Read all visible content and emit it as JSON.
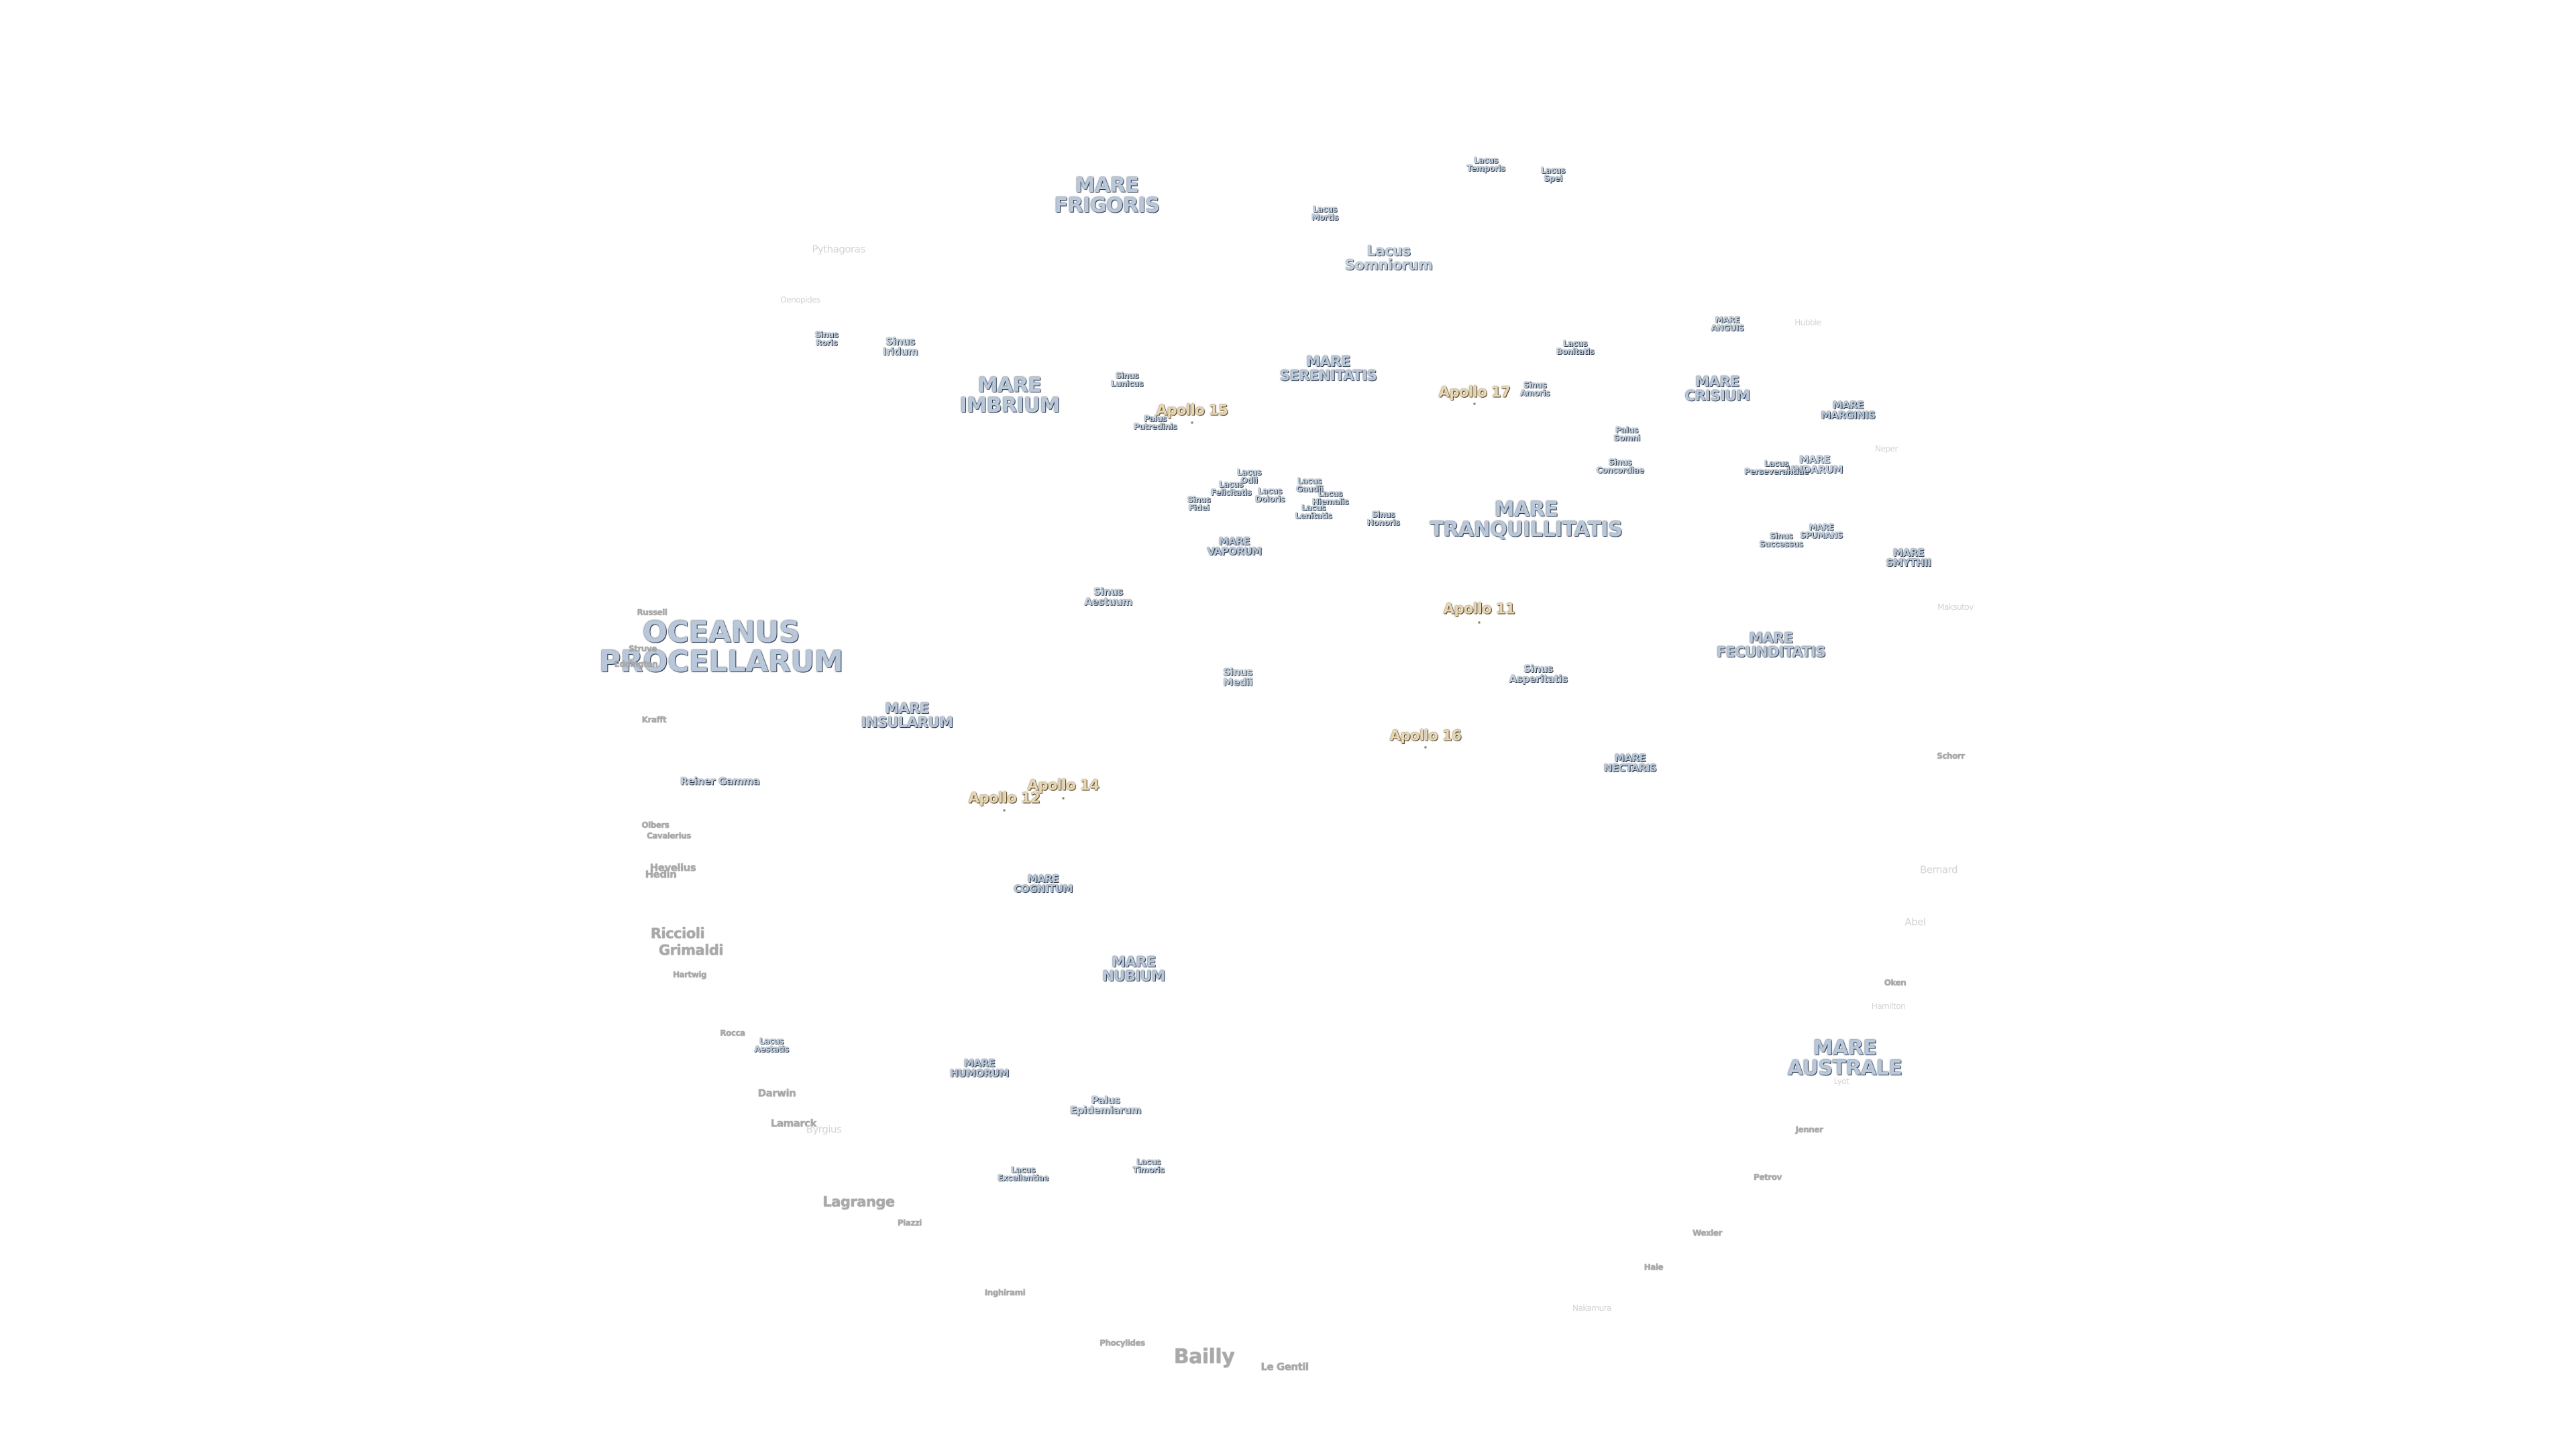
{
  "labels": [
    {
      "id": "oceanus-procellarum",
      "text": "OCEANUS\nPROCELLARUM",
      "kind": "mare",
      "size": "xl"
    },
    {
      "id": "mare-frigoris",
      "text": "MARE\nFRIGORIS",
      "kind": "mare",
      "size": "lg"
    },
    {
      "id": "mare-imbrium",
      "text": "MARE\nIMBRIUM",
      "kind": "mare",
      "size": "lg"
    },
    {
      "id": "mare-serenitatis",
      "text": "MARE\nSERENITATIS",
      "kind": "mare",
      "size": "md"
    },
    {
      "id": "mare-tranquillitatis",
      "text": "MARE\nTRANQUILLITATIS",
      "kind": "mare",
      "size": "lg"
    },
    {
      "id": "mare-crisium",
      "text": "MARE\nCRISIUM",
      "kind": "mare",
      "size": "md"
    },
    {
      "id": "mare-fecunditatis",
      "text": "MARE\nFECUNDITATIS",
      "kind": "mare",
      "size": "md"
    },
    {
      "id": "mare-nectaris",
      "text": "MARE\nNECTARIS",
      "kind": "mare",
      "size": "sm"
    },
    {
      "id": "mare-insularum",
      "text": "MARE\nINSULARUM",
      "kind": "mare",
      "size": "md"
    },
    {
      "id": "mare-cognitum",
      "text": "MARE\nCOGNITUM",
      "kind": "mare",
      "size": "sm"
    },
    {
      "id": "mare-nubium",
      "text": "MARE\nNUBIUM",
      "kind": "mare",
      "size": "md"
    },
    {
      "id": "mare-humorum",
      "text": "MARE\nHUMORUM",
      "kind": "mare",
      "size": "sm"
    },
    {
      "id": "mare-australe",
      "text": "MARE\nAUSTRALE",
      "kind": "mare",
      "size": "lg"
    },
    {
      "id": "mare-vaporum",
      "text": "MARE\nVAPORUM",
      "kind": "mare",
      "size": "sm"
    },
    {
      "id": "mare-marginis",
      "text": "MARE\nMARGINIS",
      "kind": "mare",
      "size": "sm"
    },
    {
      "id": "mare-smythii",
      "text": "MARE\nSMYTHII",
      "kind": "mare",
      "size": "sm"
    },
    {
      "id": "mare-anguis",
      "text": "MARE\nANGUIS",
      "kind": "small",
      "size": "xs"
    },
    {
      "id": "mare-undarum",
      "text": "MARE\nUNDARUM",
      "kind": "small",
      "size": "sm"
    },
    {
      "id": "mare-spumans",
      "text": "MARE\nSPUMANS",
      "kind": "small",
      "size": "xs"
    },
    {
      "id": "lacus-somniorum",
      "text": "Lacus\nSomniorum",
      "kind": "small",
      "size": "md"
    },
    {
      "id": "lacus-mortis",
      "text": "Lacus\nMortis",
      "kind": "small",
      "size": "xs"
    },
    {
      "id": "lacus-temporis",
      "text": "Lacus\nTemporis",
      "kind": "small",
      "size": "xs"
    },
    {
      "id": "lacus-spei",
      "text": "Lacus\nSpei",
      "kind": "small",
      "size": "xs"
    },
    {
      "id": "lacus-bonitatis",
      "text": "Lacus\nBonitatis",
      "kind": "small",
      "size": "xs"
    },
    {
      "id": "sinus-roris",
      "text": "Sinus\nRoris",
      "kind": "small",
      "size": "xs"
    },
    {
      "id": "sinus-iridum",
      "text": "Sinus\nIridum",
      "kind": "small",
      "size": "sm"
    },
    {
      "id": "sinus-lunicus",
      "text": "Sinus\nLunicus",
      "kind": "small",
      "size": "xs"
    },
    {
      "id": "palus-putredinis",
      "text": "Palus\nPutredinis",
      "kind": "small",
      "size": "xs"
    },
    {
      "id": "sinus-amoris",
      "text": "Sinus\nAmoris",
      "kind": "small",
      "size": "xs"
    },
    {
      "id": "palus-somni",
      "text": "Palus\nSomni",
      "kind": "small",
      "size": "xs"
    },
    {
      "id": "sinus-concordiae",
      "text": "Sinus\nConcordiae",
      "kind": "small",
      "size": "xs"
    },
    {
      "id": "lacus-perseverantiae",
      "text": "Lacus\nPerseverantiae",
      "kind": "small",
      "size": "xs"
    },
    {
      "id": "sinus-successus",
      "text": "Sinus\nSuccessus",
      "kind": "small",
      "size": "xs"
    },
    {
      "id": "lacus-odii",
      "text": "Lacus\nOdii",
      "kind": "small",
      "size": "xs"
    },
    {
      "id": "lacus-felicitatis",
      "text": "Lacus\nFelicitatis",
      "kind": "small",
      "size": "xs"
    },
    {
      "id": "lacus-doloris",
      "text": "Lacus\nDoloris",
      "kind": "small",
      "size": "xs"
    },
    {
      "id": "sinus-fidei",
      "text": "Sinus\nFidei",
      "kind": "small",
      "size": "xs"
    },
    {
      "id": "lacus-gaudii",
      "text": "Lacus\nGaudii",
      "kind": "small",
      "size": "xs"
    },
    {
      "id": "lacus-hiemalis",
      "text": "Lacus\nHiemalis",
      "kind": "small",
      "size": "xs"
    },
    {
      "id": "lacus-lenitatis",
      "text": "Lacus\nLenitatis",
      "kind": "small",
      "size": "xs"
    },
    {
      "id": "sinus-honoris",
      "text": "Sinus\nHonoris",
      "kind": "small",
      "size": "xs"
    },
    {
      "id": "sinus-aestuum",
      "text": "Sinus\nAestuum",
      "kind": "small",
      "size": "sm"
    },
    {
      "id": "sinus-medii",
      "text": "Sinus\nMedii",
      "kind": "small",
      "size": "sm"
    },
    {
      "id": "sinus-asperitatis",
      "text": "Sinus\nAsperitatis",
      "kind": "small",
      "size": "sm"
    },
    {
      "id": "palus-epidemiarum",
      "text": "Palus\nEpidemiarum",
      "kind": "small",
      "size": "sm"
    },
    {
      "id": "lacus-excellentiae",
      "text": "Lacus\nExcellentiae",
      "kind": "small",
      "size": "xs"
    },
    {
      "id": "lacus-timoris",
      "text": "Lacus\nTimoris",
      "kind": "small",
      "size": "xs"
    },
    {
      "id": "lacus-aestatis",
      "text": "Lacus\nAestatis",
      "kind": "small",
      "size": "xs"
    },
    {
      "id": "apollo-11",
      "text": "Apollo 11",
      "kind": "apollo",
      "size": "md"
    },
    {
      "id": "apollo-12",
      "text": "Apollo 12",
      "kind": "apollo",
      "size": "md"
    },
    {
      "id": "apollo-14",
      "text": "Apollo 14",
      "kind": "apollo",
      "size": "md"
    },
    {
      "id": "apollo-15",
      "text": "Apollo 15",
      "kind": "apollo",
      "size": "md"
    },
    {
      "id": "apollo-16",
      "text": "Apollo 16",
      "kind": "apollo",
      "size": "md"
    },
    {
      "id": "apollo-17",
      "text": "Apollo 17",
      "kind": "apollo",
      "size": "md"
    },
    {
      "id": "pythagoras",
      "text": "Pythagoras",
      "kind": "crater-faint",
      "size": "sm"
    },
    {
      "id": "oenopides",
      "text": "Oenopides",
      "kind": "crater-faint",
      "size": "xs"
    },
    {
      "id": "hubble",
      "text": "Hubble",
      "kind": "crater-faint",
      "size": "xs"
    },
    {
      "id": "neper",
      "text": "Neper",
      "kind": "crater-faint",
      "size": "xs"
    },
    {
      "id": "maksutov",
      "text": "Maksutov",
      "kind": "crater-faint",
      "size": "xs"
    },
    {
      "id": "russell",
      "text": "Russell",
      "kind": "crater",
      "size": "xs"
    },
    {
      "id": "struve",
      "text": "Struve",
      "kind": "crater",
      "size": "xs"
    },
    {
      "id": "eddington",
      "text": "Eddington",
      "kind": "crater",
      "size": "xs"
    },
    {
      "id": "krafft",
      "text": "Krafft",
      "kind": "crater",
      "size": "xs"
    },
    {
      "id": "reiner-gamma",
      "text": "Reiner Gamma",
      "kind": "small",
      "size": "sm"
    },
    {
      "id": "olbers",
      "text": "Olbers",
      "kind": "crater",
      "size": "xs"
    },
    {
      "id": "cavalerius",
      "text": "Cavalerius",
      "kind": "crater",
      "size": "xs"
    },
    {
      "id": "hevelius",
      "text": "Hevelius",
      "kind": "crater",
      "size": "sm"
    },
    {
      "id": "hedin",
      "text": "Hedin",
      "kind": "crater",
      "size": "sm"
    },
    {
      "id": "riccioli",
      "text": "Riccioli",
      "kind": "crater",
      "size": "md"
    },
    {
      "id": "grimaldi",
      "text": "Grimaldi",
      "kind": "crater",
      "size": "md"
    },
    {
      "id": "hartwig",
      "text": "Hartwig",
      "kind": "crater",
      "size": "xs"
    },
    {
      "id": "rocca",
      "text": "Rocca",
      "kind": "crater",
      "size": "xs"
    },
    {
      "id": "darwin",
      "text": "Darwin",
      "kind": "crater",
      "size": "sm"
    },
    {
      "id": "lamarck",
      "text": "Lamarck",
      "kind": "crater",
      "size": "sm"
    },
    {
      "id": "byrgius",
      "text": "Byrgius",
      "kind": "crater-faint",
      "size": "sm"
    },
    {
      "id": "lagrange",
      "text": "Lagrange",
      "kind": "crater",
      "size": "md"
    },
    {
      "id": "piazzi",
      "text": "Piazzi",
      "kind": "crater",
      "size": "xs"
    },
    {
      "id": "inghirami",
      "text": "Inghirami",
      "kind": "crater",
      "size": "xs"
    },
    {
      "id": "phocylides",
      "text": "Phocylides",
      "kind": "crater",
      "size": "xs"
    },
    {
      "id": "bailly",
      "text": "Bailly",
      "kind": "crater",
      "size": "lg"
    },
    {
      "id": "le-gentil",
      "text": "Le Gentil",
      "kind": "crater",
      "size": "sm"
    },
    {
      "id": "schorr",
      "text": "Schorr",
      "kind": "crater",
      "size": "xs"
    },
    {
      "id": "bernard",
      "text": "Bernard",
      "kind": "crater-faint",
      "size": "sm"
    },
    {
      "id": "abel",
      "text": "Abel",
      "kind": "crater-faint",
      "size": "sm"
    },
    {
      "id": "oken",
      "text": "Oken",
      "kind": "crater",
      "size": "xs"
    },
    {
      "id": "hamilton",
      "text": "Hamilton",
      "kind": "crater-faint",
      "size": "xs"
    },
    {
      "id": "jenner",
      "text": "Jenner",
      "kind": "crater",
      "size": "xs"
    },
    {
      "id": "lyot",
      "text": "Lyot",
      "kind": "crater-faint",
      "size": "xs"
    },
    {
      "id": "petrov",
      "text": "Petrov",
      "kind": "crater",
      "size": "xs"
    },
    {
      "id": "wexler",
      "text": "Wexler",
      "kind": "crater",
      "size": "xs"
    },
    {
      "id": "hale",
      "text": "Hale",
      "kind": "crater",
      "size": "xs"
    },
    {
      "id": "nakamura",
      "text": "Nakamura",
      "kind": "crater-faint",
      "size": "xs"
    }
  ]
}
